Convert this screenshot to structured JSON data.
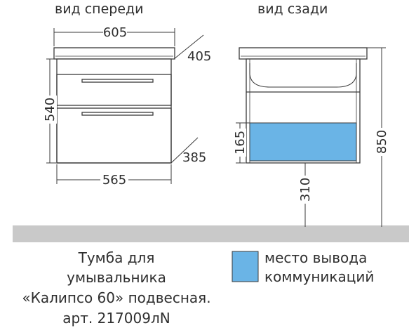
{
  "labels": {
    "front_view": "вид спереди",
    "rear_view": "вид сзади"
  },
  "dimensions": {
    "top_width": "605",
    "top_depth": "405",
    "height": "540",
    "body_width": "565",
    "body_depth": "385",
    "outlet_height": "165",
    "floor_offset": "310",
    "total_height": "850"
  },
  "legend": {
    "label_line1": "место вывода",
    "label_line2": "коммуникаций",
    "swatch_color": "#6ab4e6"
  },
  "caption": {
    "line1": "Тумба для",
    "line2": "умывальника",
    "line3": "«Калипсо 60» подвесная.",
    "line4": "арт. 217009лN"
  },
  "colors": {
    "line": "#3a3a3a",
    "floor": "#c9c9c9",
    "outlet": "#6ab4e6"
  }
}
